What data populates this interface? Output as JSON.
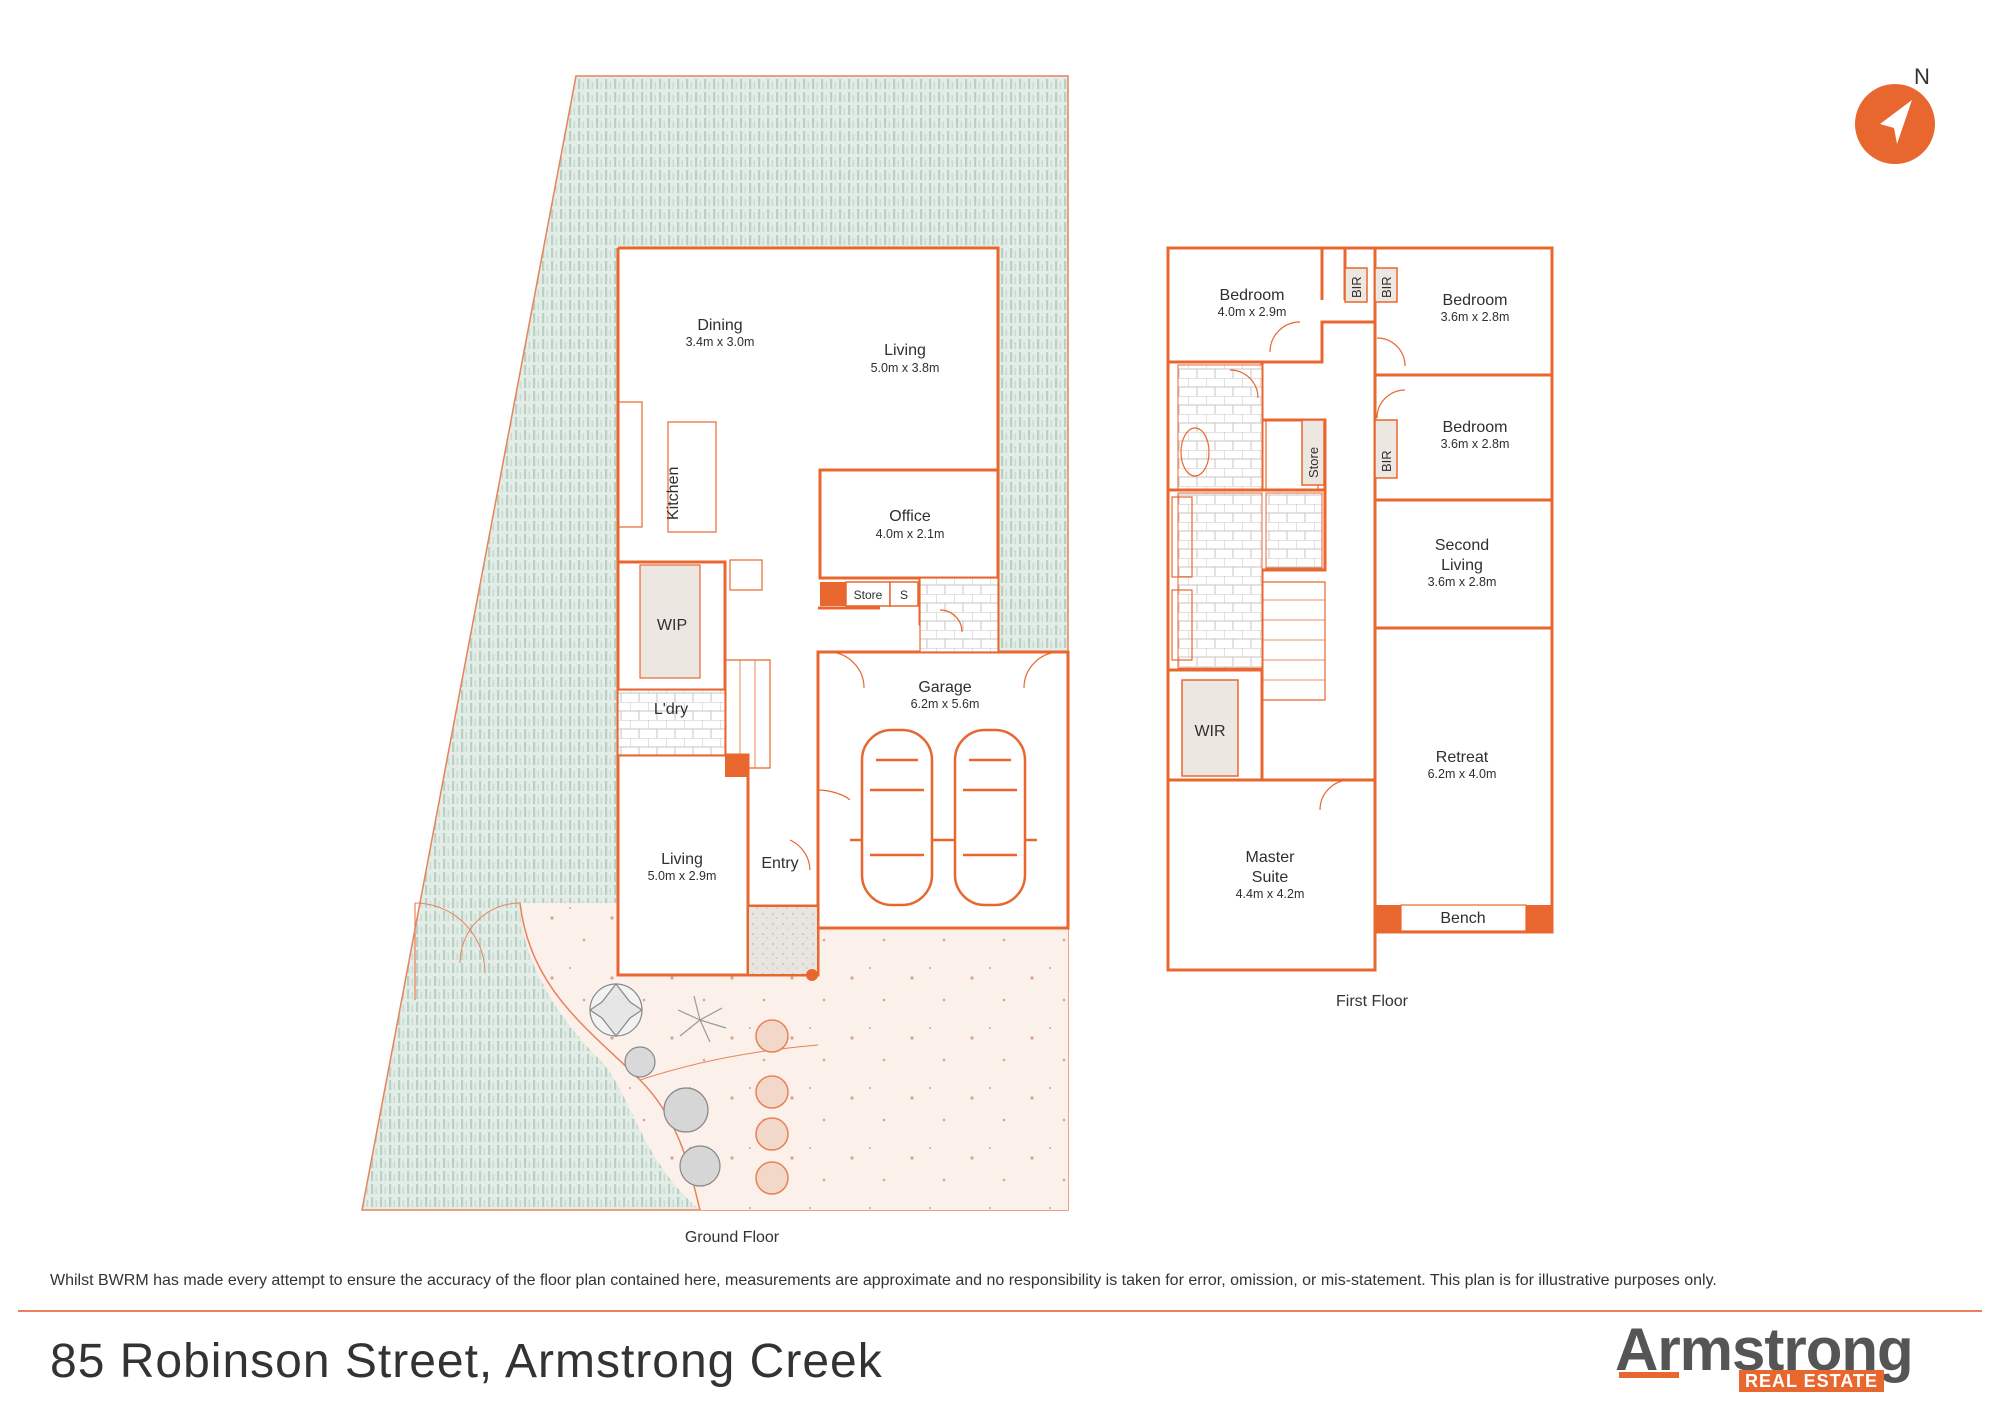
{
  "colors": {
    "wall": "#e8672e",
    "lawn": "#dfeae3",
    "lawn_mark": "#b8cfc2",
    "paving": "#fbf0ea",
    "tile": "#bcbcbc",
    "accent": "#e8672e"
  },
  "compass": {
    "label": "N"
  },
  "ground_floor": {
    "label": "Ground Floor",
    "rooms": {
      "dining": {
        "name": "Dining",
        "dim": "3.4m x 3.0m"
      },
      "living_upper": {
        "name": "Living",
        "dim": "5.0m x 3.8m"
      },
      "kitchen": {
        "name": "Kitchen"
      },
      "office": {
        "name": "Office",
        "dim": "4.0m x 2.1m"
      },
      "wip": {
        "name": "WIP"
      },
      "store": {
        "name": "Store"
      },
      "s": {
        "name": "S"
      },
      "laundry": {
        "name": "L'dry"
      },
      "garage": {
        "name": "Garage",
        "dim": "6.2m x 5.6m"
      },
      "living_lower": {
        "name": "Living",
        "dim": "5.0m x 2.9m"
      },
      "entry": {
        "name": "Entry"
      }
    }
  },
  "first_floor": {
    "label": "First Floor",
    "rooms": {
      "bedroom1": {
        "name": "Bedroom",
        "dim": "4.0m x 2.9m"
      },
      "bedroom2": {
        "name": "Bedroom",
        "dim": "3.6m x 2.8m"
      },
      "bedroom3": {
        "name": "Bedroom",
        "dim": "3.6m x 2.8m"
      },
      "bir1": {
        "name": "BIR"
      },
      "bir2": {
        "name": "BIR"
      },
      "bir3": {
        "name": "BIR"
      },
      "store": {
        "name": "Store"
      },
      "second_living": {
        "name_line1": "Second",
        "name_line2": "Living",
        "dim": "3.6m x 2.8m"
      },
      "wir": {
        "name": "WIR"
      },
      "retreat": {
        "name": "Retreat",
        "dim": "6.2m x 4.0m"
      },
      "master": {
        "name_line1": "Master",
        "name_line2": "Suite",
        "dim": "4.4m x 4.2m"
      },
      "bench": {
        "name": "Bench"
      }
    }
  },
  "footer": {
    "disclaimer": "Whilst BWRM  has made every attempt to ensure the accuracy of the floor plan contained here, measurements are approximate and no responsibility is taken for error, omission, or mis-statement. This plan is for illustrative purposes only.",
    "address": "85 Robinson Street, Armstrong Creek",
    "logo_word": "Armstrong",
    "logo_sub": "REAL ESTATE"
  }
}
